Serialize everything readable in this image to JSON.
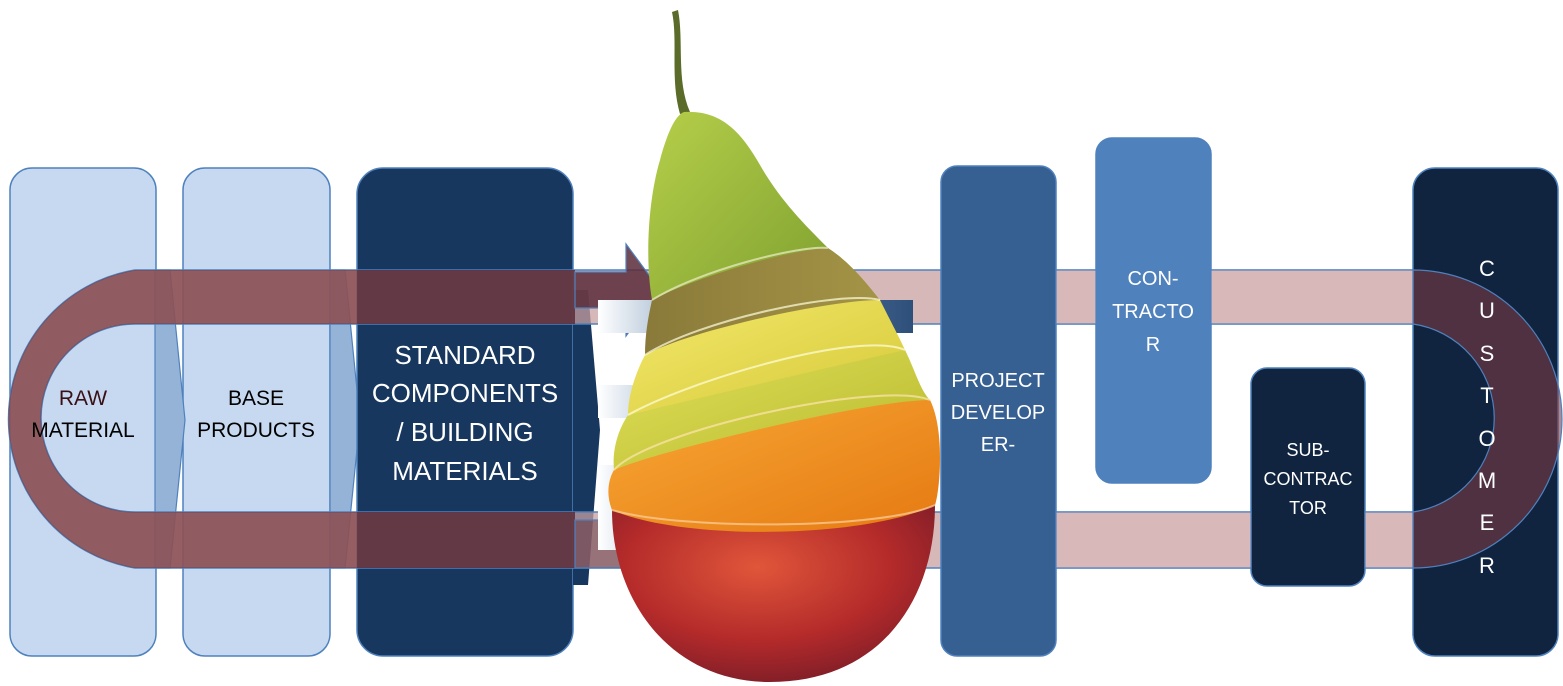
{
  "boxes": {
    "raw_material": {
      "line1": "RAW",
      "line2": "MATERIAL"
    },
    "base_products": {
      "line1": "BASE",
      "line2": "PRODUCTS"
    },
    "standard_components": {
      "line1": "STANDARD",
      "line2": "COMPONENTS",
      "line3": "/ BUILDING",
      "line4": "MATERIALS"
    },
    "project_developer": {
      "line1": "PROJECT",
      "line2": "DEVELOP",
      "line3": "ER-"
    },
    "contractor": {
      "line1": "CON-",
      "line2": "TRACTO",
      "line3": "R"
    },
    "subcontractor": {
      "line1": "SUB-",
      "line2": "CONTRAC",
      "line3": "TOR"
    },
    "customer": {
      "letters": [
        "C",
        "U",
        "S",
        "T",
        "O",
        "M",
        "E",
        "R"
      ]
    }
  },
  "colors": {
    "light_box": "#c6d9f0",
    "dark_navy": "#17375e",
    "darkest_navy": "#10243f",
    "mid_blue": "#376092",
    "contractor_blue": "#4f81bd",
    "loop_band": "#d8b8b8",
    "band_overlay_dark": "#5a2b3a"
  },
  "image": {
    "subject": "pear-made-of-fruit-slices"
  }
}
